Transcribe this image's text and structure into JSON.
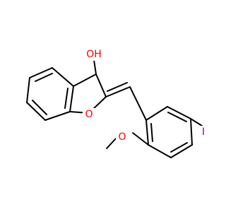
{
  "molecule": {
    "atoms": {
      "hydroxyl": {
        "label": "OH",
        "color": "#ff0000"
      },
      "ring_oxygen": {
        "label": "O",
        "color": "#ff0000"
      },
      "methoxy_oxygen": {
        "label": "O",
        "color": "#ff0000"
      },
      "iodine": {
        "label": "I",
        "color": "#940094"
      }
    },
    "bond_color": "#000000",
    "background": "#ffffff"
  }
}
